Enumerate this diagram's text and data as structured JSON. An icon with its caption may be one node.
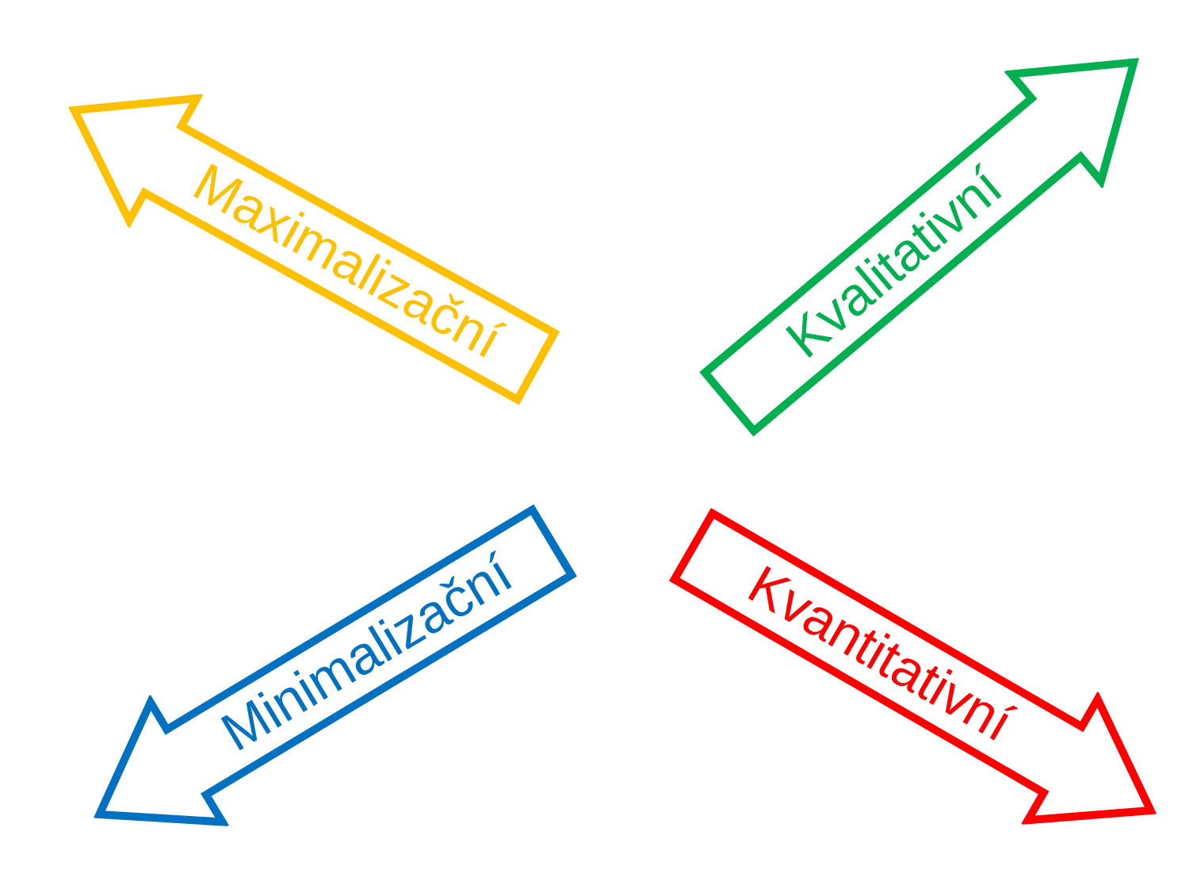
{
  "diagram": {
    "nodes": [
      {
        "text": [
          "Maximalizační"
        ]
      },
      {
        "text": [
          "Kvalitativní"
        ]
      },
      {
        "text": [
          "Minimalizační"
        ]
      },
      {
        "text": [
          "Kvantitativní"
        ]
      }
    ]
  }
}
